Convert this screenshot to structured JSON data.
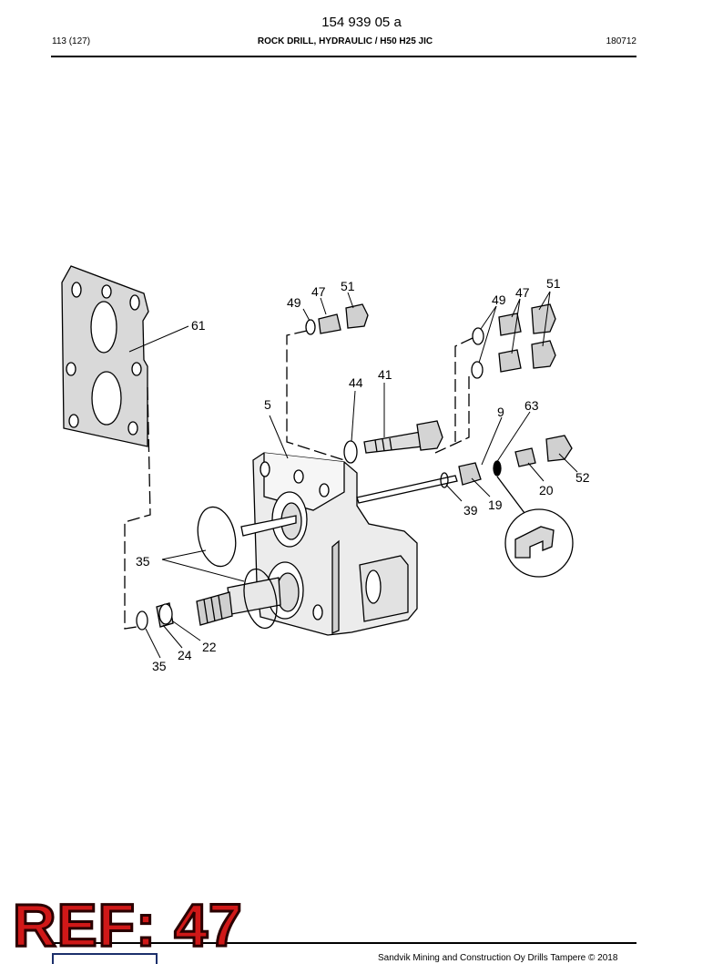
{
  "header": {
    "document_number": "154 939 05 a",
    "page": "113 (127)",
    "title": "ROCK DRILL, HYDRAULIC",
    "model": " / H50 H25 JIC",
    "date_code": "180712"
  },
  "diagram": {
    "callouts": [
      {
        "id": "c61",
        "text": "61"
      },
      {
        "id": "c49a",
        "text": "49"
      },
      {
        "id": "c47a",
        "text": "47"
      },
      {
        "id": "c51a",
        "text": "51"
      },
      {
        "id": "c49b",
        "text": "49"
      },
      {
        "id": "c47b",
        "text": "47"
      },
      {
        "id": "c51b",
        "text": "51"
      },
      {
        "id": "c44",
        "text": "44"
      },
      {
        "id": "c41",
        "text": "41"
      },
      {
        "id": "c5",
        "text": "5"
      },
      {
        "id": "c9",
        "text": "9"
      },
      {
        "id": "c63",
        "text": "63"
      },
      {
        "id": "c52",
        "text": "52"
      },
      {
        "id": "c20",
        "text": "20"
      },
      {
        "id": "c19",
        "text": "19"
      },
      {
        "id": "c39",
        "text": "39"
      },
      {
        "id": "c35a",
        "text": "35"
      },
      {
        "id": "c22",
        "text": "22"
      },
      {
        "id": "c24",
        "text": "24"
      },
      {
        "id": "c35b",
        "text": "35"
      }
    ]
  },
  "stamp": {
    "label": "REF: 47",
    "color": "#d01818"
  },
  "footer": {
    "copyright": "Sandvik Mining and Construction Oy Drills Tampere © 2018"
  }
}
